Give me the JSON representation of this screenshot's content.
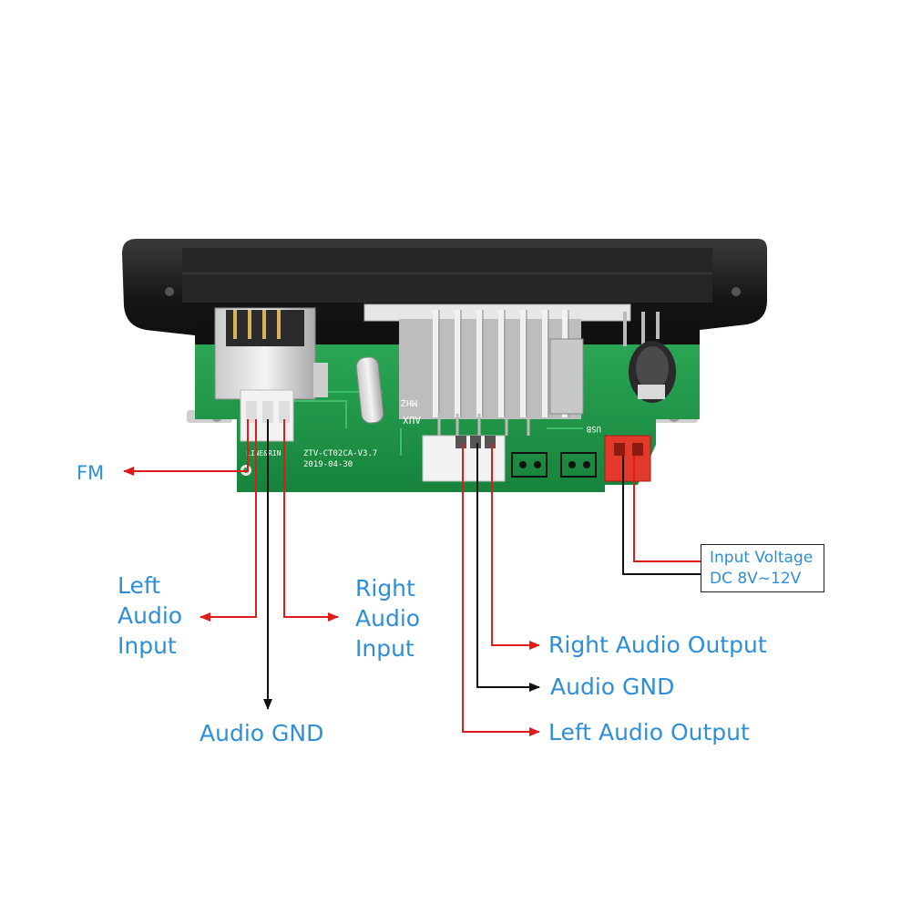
{
  "board": {
    "silkscreen_model": "ZTV-CT02CA-V3.7",
    "silkscreen_date": "2019-04-30",
    "silkscreen_line": "LINE&RIN",
    "silkscreen_aux": "AUX",
    "silkscreen_mhz": "MHZ",
    "silkscreen_usb": "USB"
  },
  "labels": {
    "fm": "FM",
    "left_audio_input": [
      "Left",
      "Audio",
      "Input"
    ],
    "right_audio_input": [
      "Right",
      "Audio",
      "Input"
    ],
    "audio_gnd_input": "Audio GND",
    "right_audio_output": "Right Audio Output",
    "audio_gnd_output": "Audio GND",
    "left_audio_output": "Left Audio Output",
    "input_voltage": [
      "Input Voltage",
      "DC 8V~12V"
    ]
  },
  "colors": {
    "label_blue": "#2f8fd4",
    "wire_red": "#e01b1b",
    "wire_black": "#111111",
    "pcb_green": "#1f9a4a",
    "panel_black": "#1a1a1a"
  }
}
